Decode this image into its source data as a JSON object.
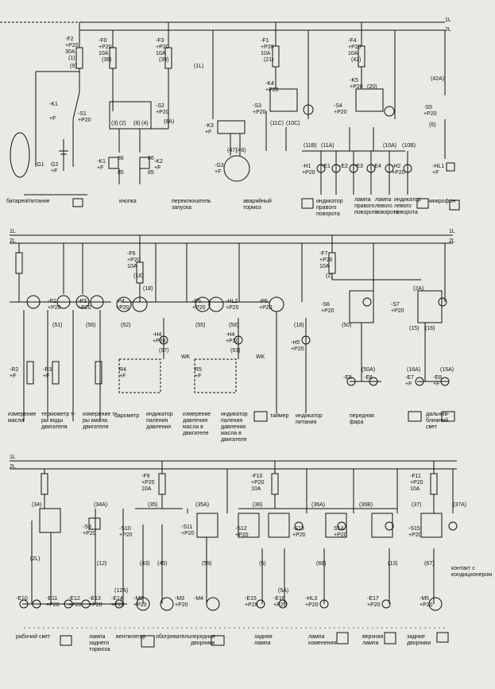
{
  "colors": {
    "ink": "#111111",
    "paper": "#e9e9e6"
  },
  "rails": {
    "l1": "1L",
    "l2": "2L"
  },
  "section1": {
    "fuses": [
      {
        "id": "-F2",
        "bus": "+P20",
        "rating": "30A",
        "wire": "(1)"
      },
      {
        "id": "-F0",
        "bus": "+P20",
        "rating": "10A",
        "wire": "(36)"
      },
      {
        "id": "-F3",
        "bus": "+P20",
        "rating": "10A",
        "wire": "(39)"
      },
      {
        "id": "-F1",
        "bus": "+P20",
        "rating": "10A",
        "wire": "(21)"
      },
      {
        "id": "-F4",
        "bus": "+P20",
        "rating": "10A",
        "wire": "(42)"
      }
    ],
    "components": [
      "-K1",
      "+F",
      "-S1",
      "+P20",
      "-S2",
      "+P20",
      "-K3",
      "+F",
      "-G3",
      "+F",
      "-K4",
      "+P20",
      "-S3",
      "+P20",
      "-K5",
      "+P20",
      "-S4",
      "+P20",
      "-S5",
      "+P20",
      "-G1",
      "G2",
      "+F",
      "-K1",
      "+F",
      "-K2",
      "+F",
      "-H1",
      "+P20",
      "-E1",
      "-E2",
      "-E3",
      "-E4",
      "-H2",
      "+P20",
      "-HL1",
      "+F"
    ],
    "wires": [
      "(9)",
      "(1L)",
      "(42A)",
      "(11B)",
      "(11A)",
      "(10A)",
      "(10B)",
      "(11C)",
      "(10C)",
      "(20)",
      "(6)",
      "(8A)",
      "(3)",
      "(2)",
      "(8)",
      "(4)",
      "(47)",
      "(46)",
      "86",
      "85",
      "86",
      "85"
    ],
    "captions": [
      "батарея/питание",
      "кнопка",
      "переключатель запуска",
      "аварийный тормоз",
      "индикатор правого поворота",
      "лампа правого поворота",
      "лампа левого поворота",
      "индикатор левого поворота",
      "микрофон"
    ]
  },
  "section2": {
    "fuses": [
      {
        "id": "-F6",
        "bus": "+P20",
        "rating": "10A",
        "wire": "(18)"
      },
      {
        "id": "-F7",
        "bus": "+P20",
        "rating": "10A",
        "wire": "(2)"
      }
    ],
    "components": [
      "-P2",
      "+P20",
      "-P3",
      "+P20",
      "-P4",
      "+P20",
      "-P5",
      "+P20",
      "-HL2",
      "+P20",
      "-P6",
      "+P20",
      "-H4",
      "+P20",
      "-H4",
      "+P20",
      "-H5",
      "+P20",
      "-S6",
      "+P20",
      "-S7",
      "+P20",
      "-R2",
      "+F",
      "-R3",
      "+F",
      "R4",
      "+F",
      "R5",
      "+F",
      "-E5",
      "-E6",
      "-E7",
      "+F",
      "-E8",
      "+F"
    ],
    "wires": [
      "(51)",
      "(56)",
      "(52)",
      "(55)",
      "(58)",
      "(57)",
      "(53)",
      "(18)",
      "(18)",
      "(50)",
      "(50A)",
      "(2A)",
      "(15)",
      "(16)",
      "(16A)",
      "(15A)",
      "WK",
      "WK"
    ],
    "captions": [
      "измерение масла",
      "термометр т-ры воды двигателя",
      "измерение т-ры масла двигателя",
      "барометр",
      "индикатор паления давления",
      "измерение давления масла в двигателе",
      "индикатор паления давления масла в двигателе",
      "таймер",
      "индикатор питания",
      "передняя фара",
      "дальний-ближний свет"
    ]
  },
  "section3": {
    "fuses": [
      {
        "id": "-F9",
        "bus": "+P20",
        "rating": "10A",
        "wire": ""
      },
      {
        "id": "-F10",
        "bus": "+P20",
        "rating": "10A",
        "wire": ""
      },
      {
        "id": "-F11",
        "bus": "+P20",
        "rating": "10A",
        "wire": ""
      }
    ],
    "switches": [
      "-S9",
      "+P20",
      "-S10",
      "+P20",
      "-S11",
      "+P20",
      "-S12",
      "+P20",
      "-S13",
      "+P20",
      "S14",
      "+P20",
      "-S15",
      "+P20"
    ],
    "loads": [
      "-E10",
      "-E11",
      "+P20",
      "-E12",
      "+P20",
      "-E13",
      "+P20",
      "-E14",
      "+P20",
      "-M2",
      "+P20",
      "-M3",
      "+P20",
      "-M4",
      "-E15",
      "+P20",
      "-E16",
      "+P20",
      "-HL3",
      "+P20",
      "-E17",
      "+P20",
      "-M5",
      "+P20"
    ],
    "wires": [
      "(34)",
      "(34A)",
      "(35)",
      "(35A)",
      "(36)",
      "(36A)",
      "(36B)",
      "(37)",
      "(37A)",
      "(12)",
      "(12A)",
      "(43)",
      "(45)",
      "(59)",
      "(5)",
      "(5A)",
      "(66)",
      "(13)",
      "(67)",
      "(2L)"
    ],
    "captions": [
      "рабочий свет",
      "лампа заднего тормоза",
      "вентилятор",
      "обогреватель",
      "передние дворники",
      "задняя лампа",
      "лампа изменения",
      "верхняя лампа",
      "задние дворники",
      "контакт с кондиционером"
    ]
  }
}
